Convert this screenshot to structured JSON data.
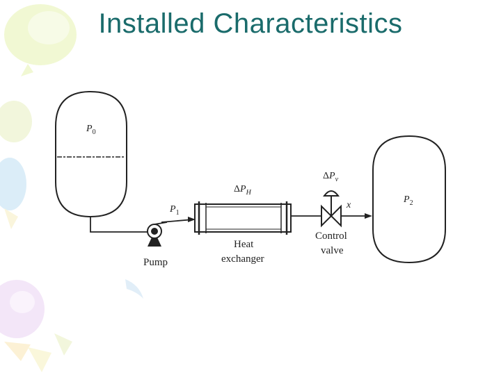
{
  "slide": {
    "title": "Installed Characteristics",
    "accent_color": "#1a6b6b"
  },
  "diagram": {
    "tank_left": {
      "label_var": "P",
      "label_sub": "0"
    },
    "tank_right": {
      "label_var": "P",
      "label_sub": "2"
    },
    "pump": {
      "label": "Pump"
    },
    "pressure_p1": {
      "label_var": "P",
      "label_sub": "1"
    },
    "heat_exchanger": {
      "delta_label_var": "P",
      "delta_label_sub": "H",
      "label_line1": "Heat",
      "label_line2": "exchanger"
    },
    "control_valve": {
      "delta_label_var": "P",
      "delta_label_sub": "v",
      "label_line1": "Control",
      "label_line2": "valve",
      "position_label": "x"
    },
    "delta_symbol": "Δ"
  }
}
